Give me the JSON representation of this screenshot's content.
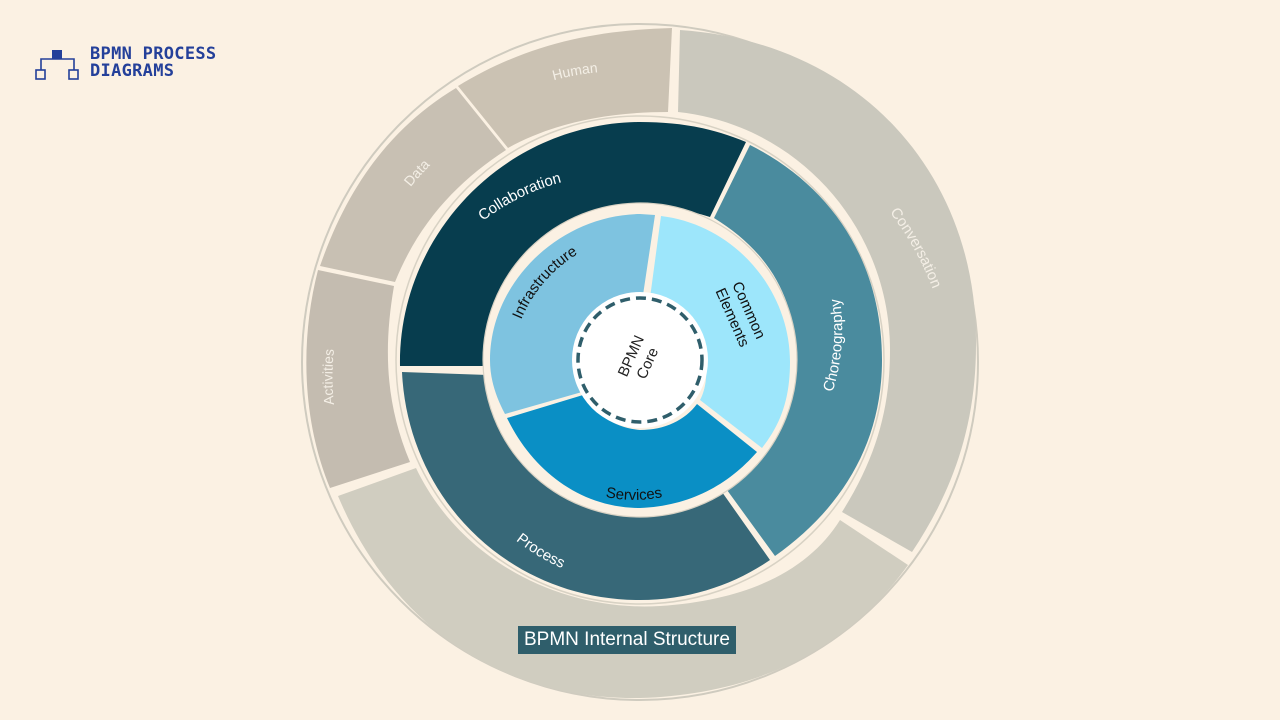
{
  "brand": {
    "line1": "BPMN PROCESS",
    "line2": "DIAGRAMS",
    "color": "#24409a"
  },
  "diagram": {
    "center": {
      "line1": "BPMN",
      "line2": "Core"
    },
    "inner_ring": [
      {
        "label": "Infrastructure",
        "color": "#7ec3e0"
      },
      {
        "label_line1": "Common",
        "label_line2": "Elements",
        "color": "#9de6fb"
      },
      {
        "label": "Services",
        "color": "#0a8fc5"
      }
    ],
    "middle_ring": [
      {
        "label": "Collaboration",
        "color": "#073d4e"
      },
      {
        "label": "Choreography",
        "color": "#4a8b9e"
      },
      {
        "label": "Process",
        "color": "#376878"
      }
    ],
    "outer_ring": [
      {
        "label": "Human",
        "color": "#cbc2b3"
      },
      {
        "label": "Data",
        "color": "#c8c0b3"
      },
      {
        "label": "Activities",
        "color": "#c4bcb0"
      },
      {
        "label": "Conversation",
        "color": "#cac8bd"
      }
    ]
  },
  "caption": "BPMN Internal Structure"
}
